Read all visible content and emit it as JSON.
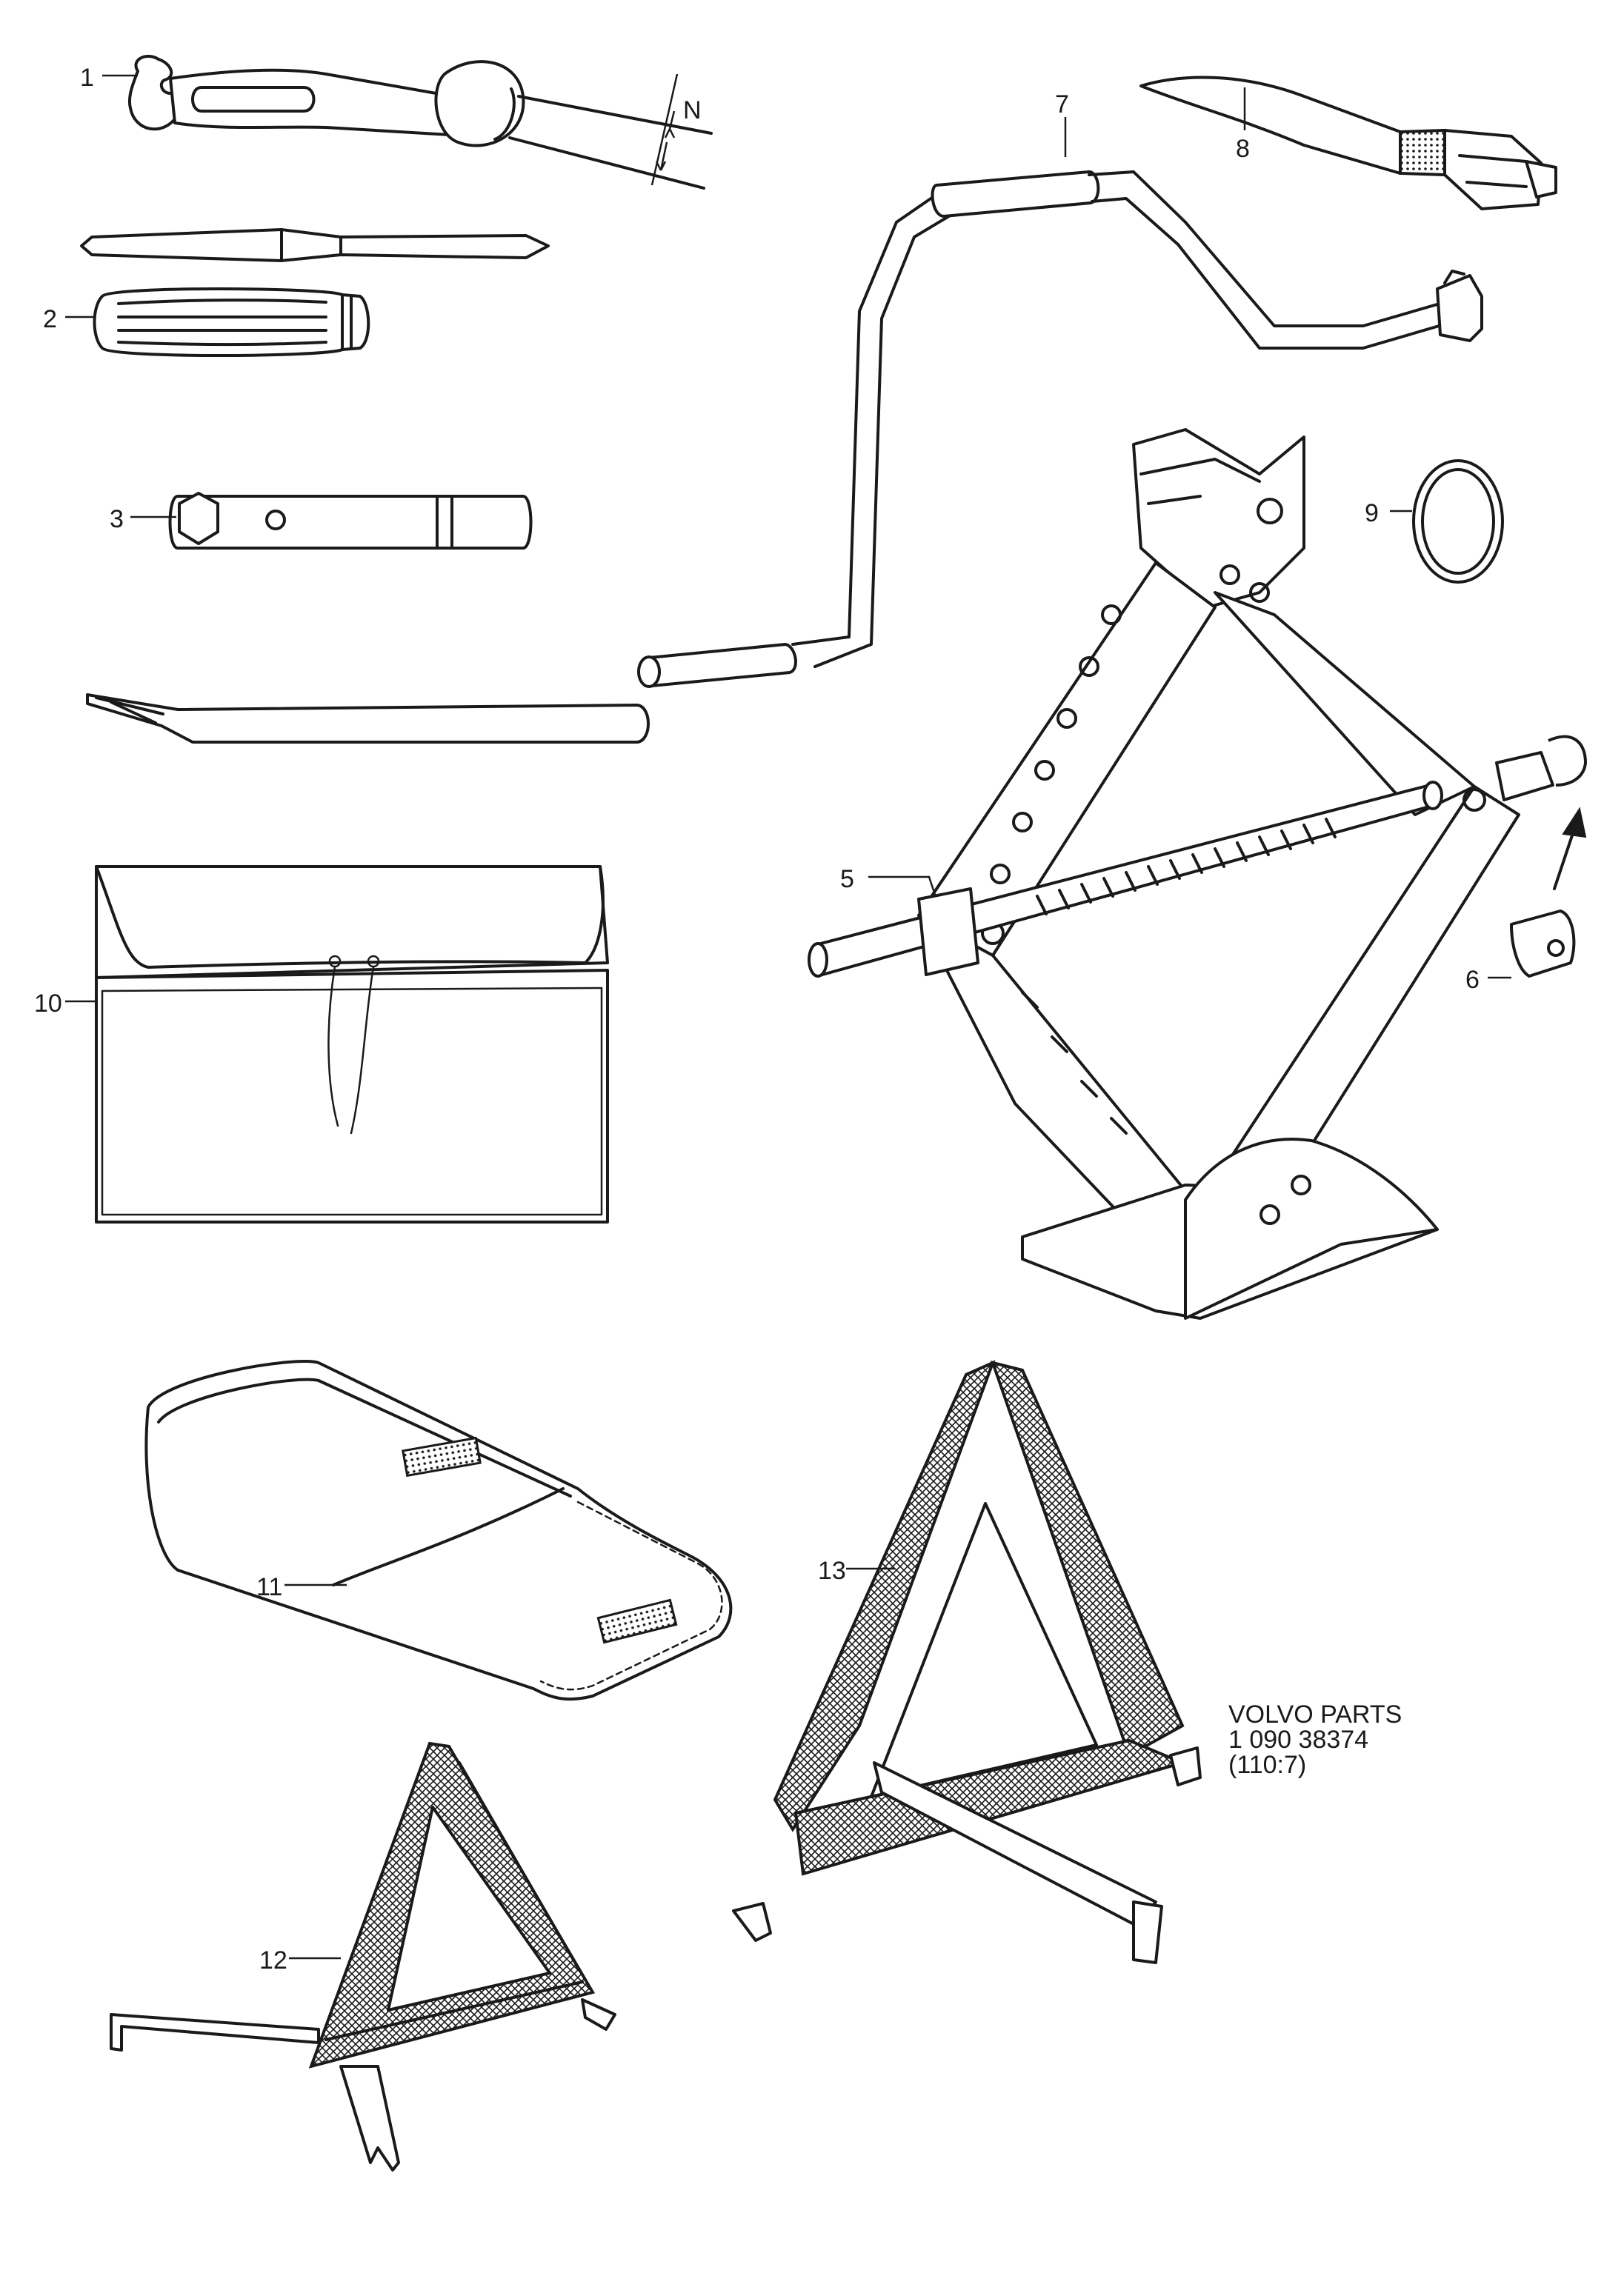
{
  "callouts": {
    "c1": "1",
    "c2": "2",
    "c3": "3",
    "c5": "5",
    "c6": "6",
    "c7": "7",
    "c8": "8",
    "c9": "9",
    "c10": "10",
    "c11": "11",
    "c12": "12",
    "c13": "13",
    "dimension_n": "N"
  },
  "reference": {
    "line1": "VOLVO PARTS",
    "line2": "1 090 38374",
    "line3": "(110:7)"
  },
  "colors": {
    "ink": "#1a1a1a",
    "paper": "#ffffff"
  }
}
